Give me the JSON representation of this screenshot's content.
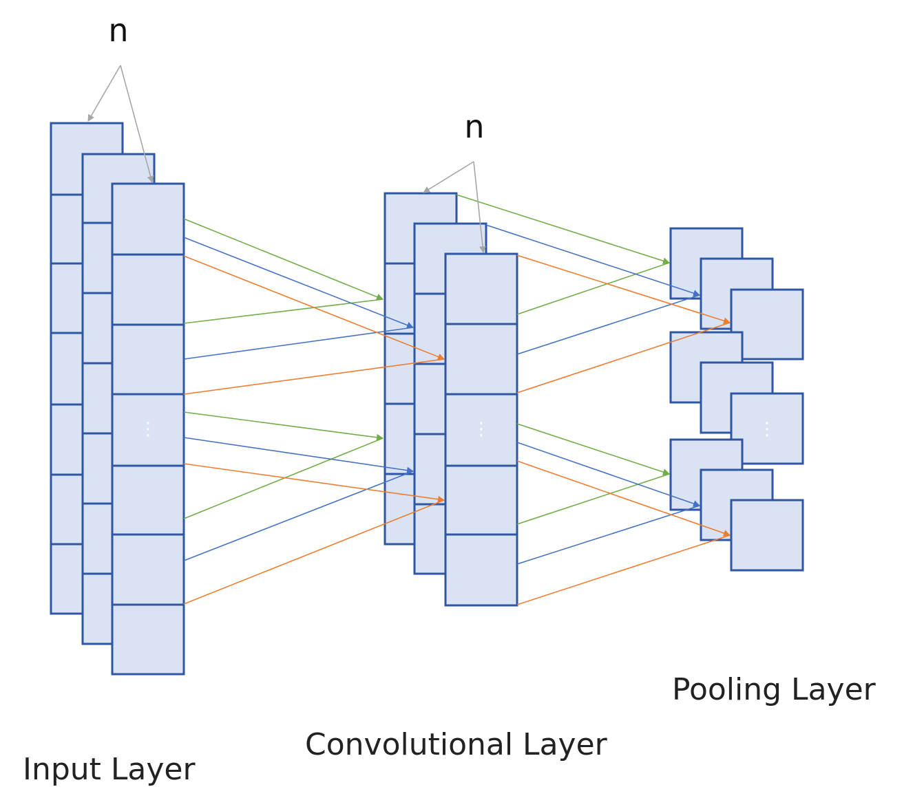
{
  "labels": {
    "input_layer": "Input Layer",
    "conv_layer": "Convolutional Layer",
    "pool_layer": "Pooling Layer",
    "n_input": "n",
    "n_conv": "n"
  },
  "ellipsis": "⋮",
  "colors": {
    "cell_fill": "#dae3f3",
    "cell_stroke": "#2f56a4",
    "green": "#70ad47",
    "blue": "#4472c4",
    "orange": "#ed7d31",
    "gray": "#a6a6a6"
  }
}
